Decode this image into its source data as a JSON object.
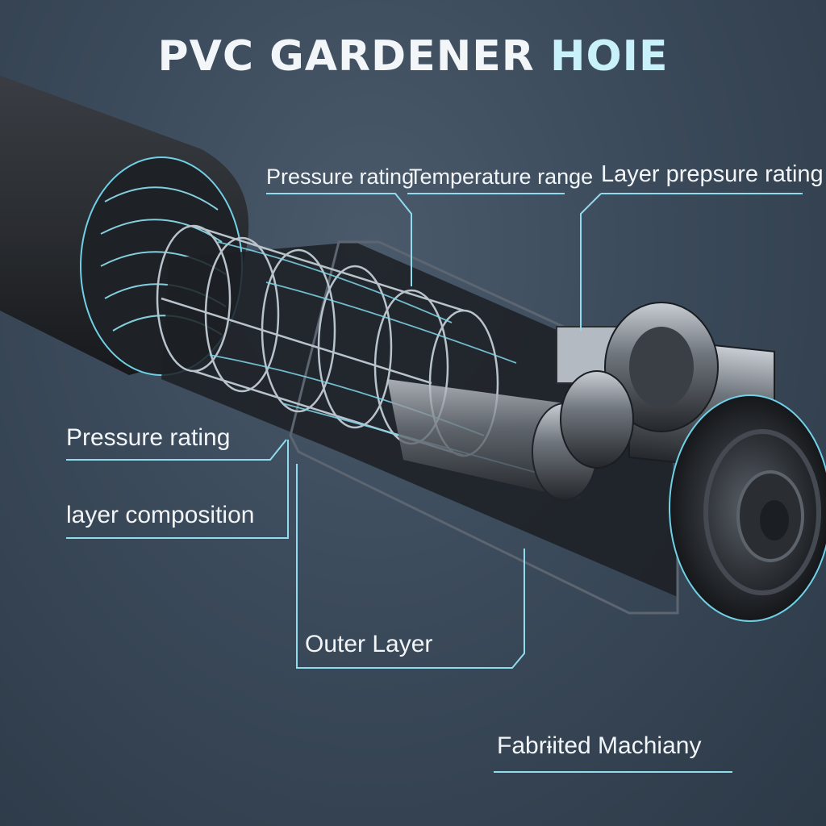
{
  "title": {
    "main": "PVC GARDENER",
    "highlight": "HOIE"
  },
  "labels": {
    "pressure_rating_top": "Pressure rating",
    "temperature_range": "Temperature range",
    "layer_pressure_rating": "Layer prepsure rating",
    "pressure_rating_left": "Pressure rating",
    "layer_composition": "layer composition",
    "outer_layer": "Outer Layer",
    "fabricated_machinery": "Fabrɨited Machiany"
  },
  "colors": {
    "background": "#3b4a5a",
    "callout_line": "#8fdcef",
    "text": "#f2f5f8",
    "title_highlight": "#c9f1fb",
    "hose_body": "#2a2d31"
  }
}
